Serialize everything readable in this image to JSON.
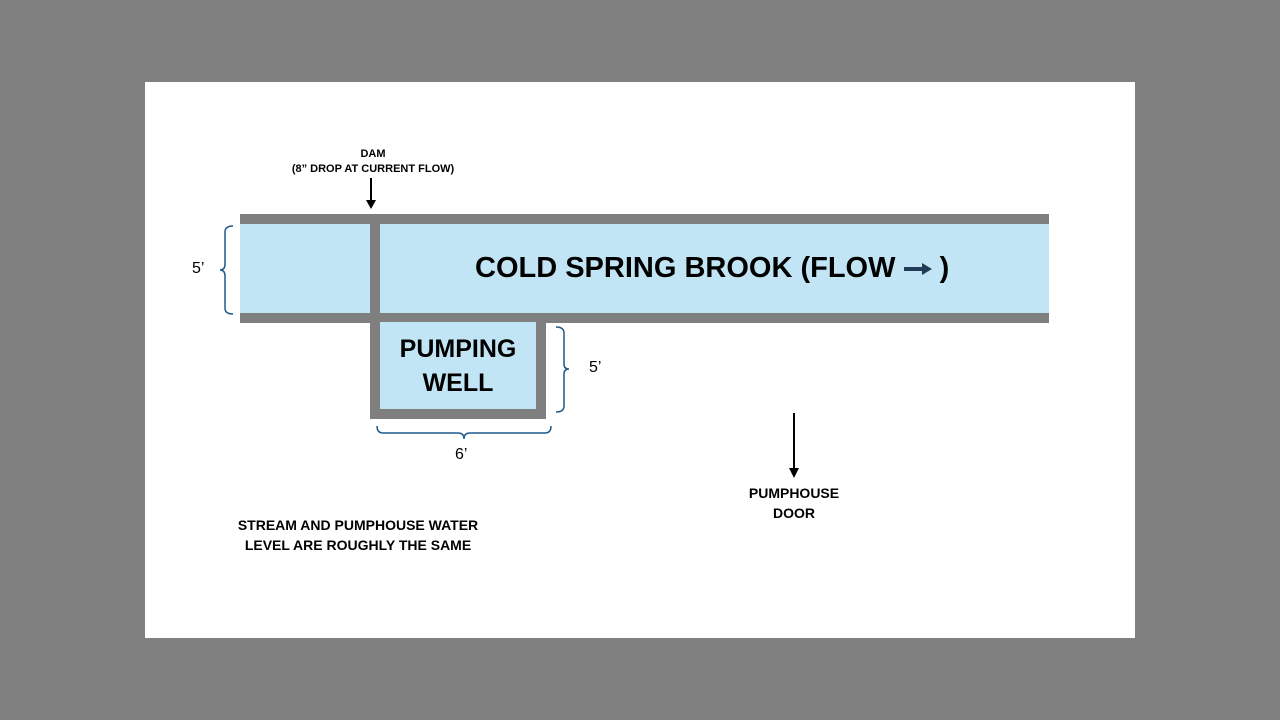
{
  "dam": {
    "title": "DAM",
    "subtitle": "(8” DROP AT CURRENT FLOW)"
  },
  "brook": {
    "label": "COLD SPRING BROOK (FLOW",
    "label_end": ")",
    "arrow_icon": "right-arrow-icon",
    "width_dim": "5’"
  },
  "well": {
    "line1": "PUMPING",
    "line2": "WELL",
    "height_dim": "5’",
    "width_dim": "6’"
  },
  "pumphouse": {
    "line1": "PUMPHOUSE",
    "line2": "DOOR"
  },
  "note": {
    "line1": "STREAM AND PUMPHOUSE WATER",
    "line2": "LEVEL ARE ROUGHLY THE SAME"
  },
  "colors": {
    "background": "#808080",
    "slide": "#ffffff",
    "wall": "#7f7f7f",
    "water": "#c2e5f5",
    "bracket": "#1f5a8a",
    "flow_arrow": "#1f3b57"
  }
}
